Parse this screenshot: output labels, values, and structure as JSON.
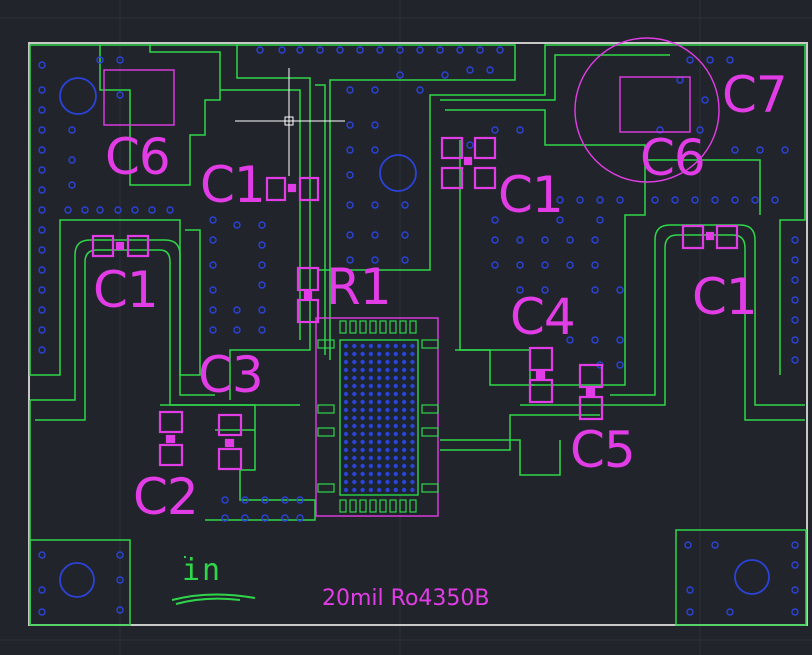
{
  "board": {
    "material_note": "20mil Ro4350B",
    "logo_text": "in"
  },
  "labels": {
    "c6_left": "C6",
    "c1_upper_left": "C1",
    "c1_left": "C1",
    "r1": "R1",
    "c3": "C3",
    "c2": "C2",
    "c1_upper_right": "C1",
    "c6_right": "C6",
    "c7": "C7",
    "c1_right": "C1",
    "c4": "C4",
    "c5": "C5"
  },
  "colors": {
    "background": "#21252b",
    "trace": "#2fd64a",
    "outline": "#c8c8c8",
    "silkscreen": "#e23ce6",
    "via": "#2b43d9",
    "crosshair": "#ffffff"
  },
  "icons": {
    "cursor": "crosshair-icon"
  }
}
